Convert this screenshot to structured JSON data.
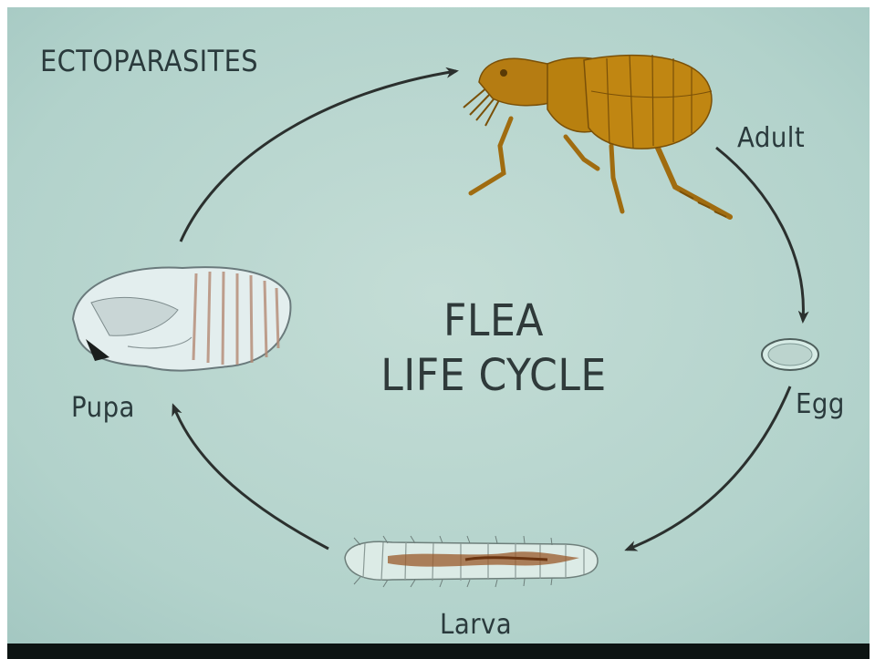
{
  "slide": {
    "section_title": "ECTOPARASITES",
    "title_line1": "FLEA",
    "title_line2": "LIFE CYCLE"
  },
  "stages": {
    "adult": "Adult",
    "egg": "Egg",
    "larva": "Larva",
    "pupa": "Pupa"
  },
  "colors": {
    "background": "#b4d3cc",
    "text": "#2a3a3c",
    "arrow": "#2b302e",
    "flea": "#b0780e",
    "larva_gut": "#8a4a1c"
  },
  "icons": [
    "flea-adult-illustration",
    "egg-illustration",
    "larva-illustration",
    "pupa-illustration"
  ]
}
